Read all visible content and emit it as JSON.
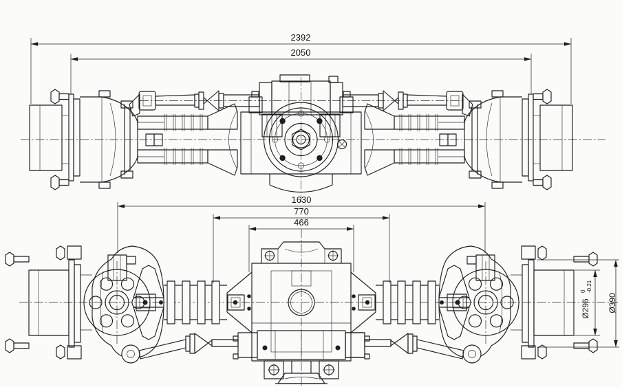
{
  "drawing": {
    "background_color": "#fbfbf9",
    "line_color": "#1e1e1e",
    "dims": {
      "overall": "2392",
      "track": "2050",
      "kingpin_span": "1630",
      "seat_span": "770",
      "mount_span": "466",
      "bore": "Ø296",
      "bore_tol_upper": "0",
      "bore_tol_lower": "-0.21",
      "flange": "Ø390"
    }
  }
}
